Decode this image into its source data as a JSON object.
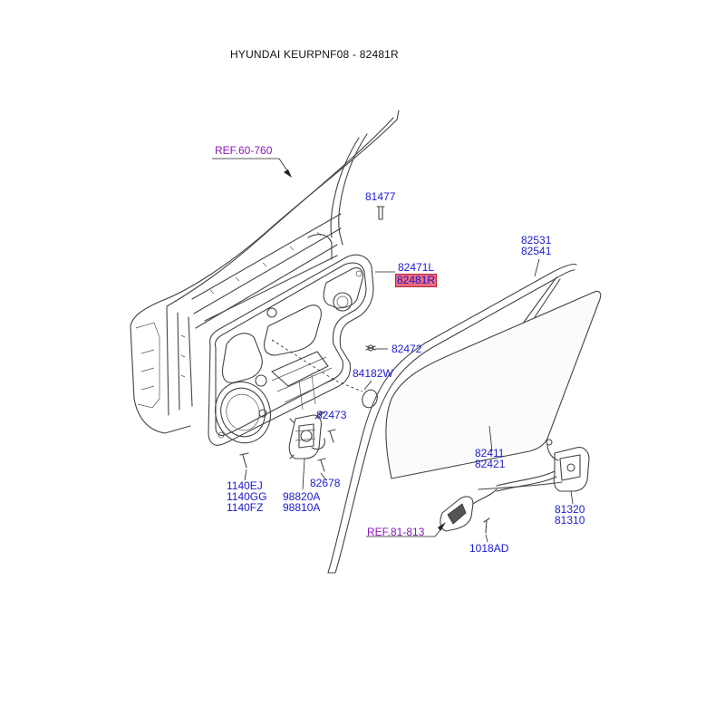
{
  "header": {
    "title": "HYUNDAI KEURPNF08 - 82481R"
  },
  "labels": {
    "ref_60_760": "REF.60-760",
    "p81477": "81477",
    "p82531": "82531",
    "p82541": "82541",
    "p82471L": "82471L",
    "p82481R": "82481R",
    "p82472": "82472",
    "p84182W": "84182W",
    "p82473": "82473",
    "p82678": "82678",
    "p1140EJ": "1140EJ",
    "p1140GG": "1140GG",
    "p1140FZ": "1140FZ",
    "p98820A": "98820A",
    "p98810A": "98810A",
    "p82411": "82411",
    "p82421": "82421",
    "p81320": "81320",
    "p81310": "81310",
    "ref_81_813": "REF.81-813",
    "p1018AD": "1018AD"
  },
  "highlight": {
    "part": "82481R",
    "color": "#f36a7a"
  },
  "colors": {
    "part_number": "#1a1ad0",
    "reference": "#8a1ab8",
    "line": "#444444"
  }
}
